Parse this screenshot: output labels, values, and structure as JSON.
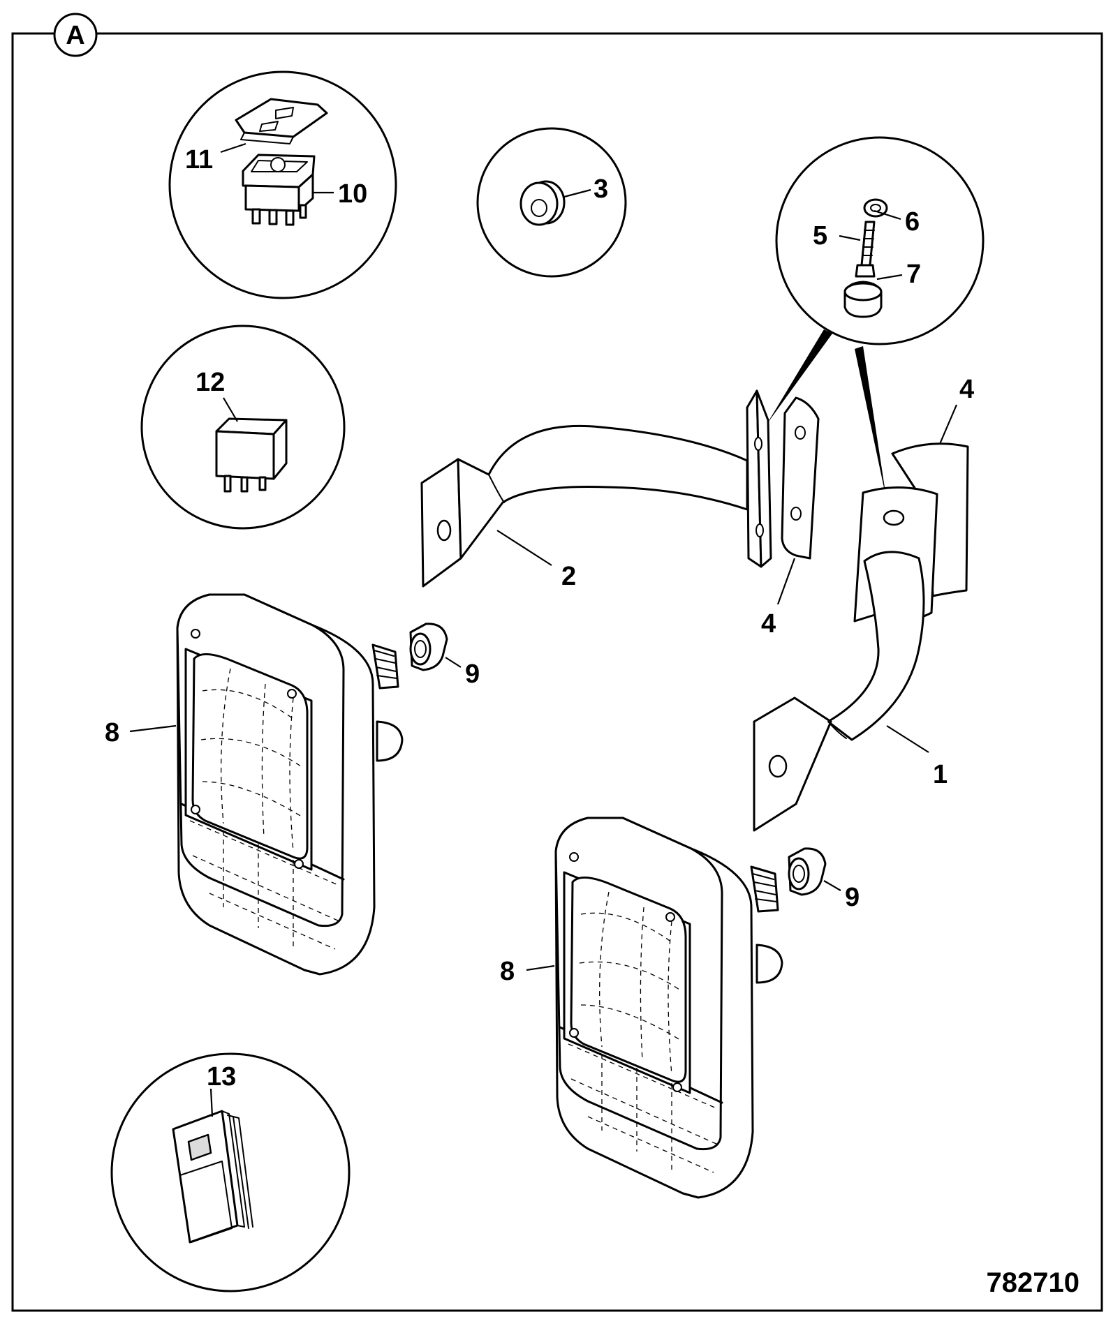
{
  "diagram": {
    "section_label": "A",
    "drawing_code": "782710",
    "callouts": {
      "c1": "1",
      "c2": "2",
      "c3": "3",
      "c4a": "4",
      "c4b": "4",
      "c5": "5",
      "c6": "6",
      "c7": "7",
      "c8a": "8",
      "c8b": "8",
      "c9a": "9",
      "c9b": "9",
      "c10": "10",
      "c11": "11",
      "c12": "12",
      "c13": "13"
    }
  }
}
